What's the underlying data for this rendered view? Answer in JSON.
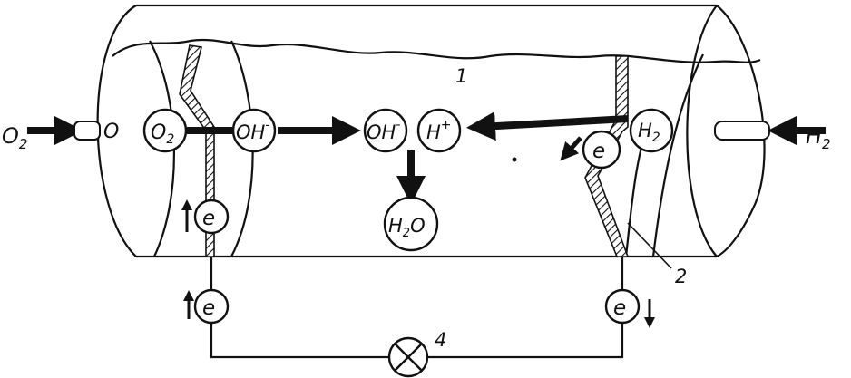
{
  "labels": {
    "o2_inlet": "O",
    "o2_inlet_sub": "2",
    "o2_port": "O",
    "h2_inlet": "H",
    "h2_inlet_sub": "2",
    "region_1": "1",
    "electrode_2": "2",
    "lamp_4": "4"
  },
  "particles": {
    "o2": {
      "main": "O",
      "sub": "2"
    },
    "oh_left": {
      "main": "OH",
      "sup": "-"
    },
    "oh_center": {
      "main": "OH",
      "sup": "-"
    },
    "h_plus": {
      "main": "H",
      "sup": "+"
    },
    "h2": {
      "main": "H",
      "sub": "2"
    },
    "water": {
      "main": "H",
      "sub": "2",
      "tail": "O"
    },
    "electron": "e"
  },
  "colors": {
    "ink": "#111111",
    "paper": "#ffffff"
  }
}
